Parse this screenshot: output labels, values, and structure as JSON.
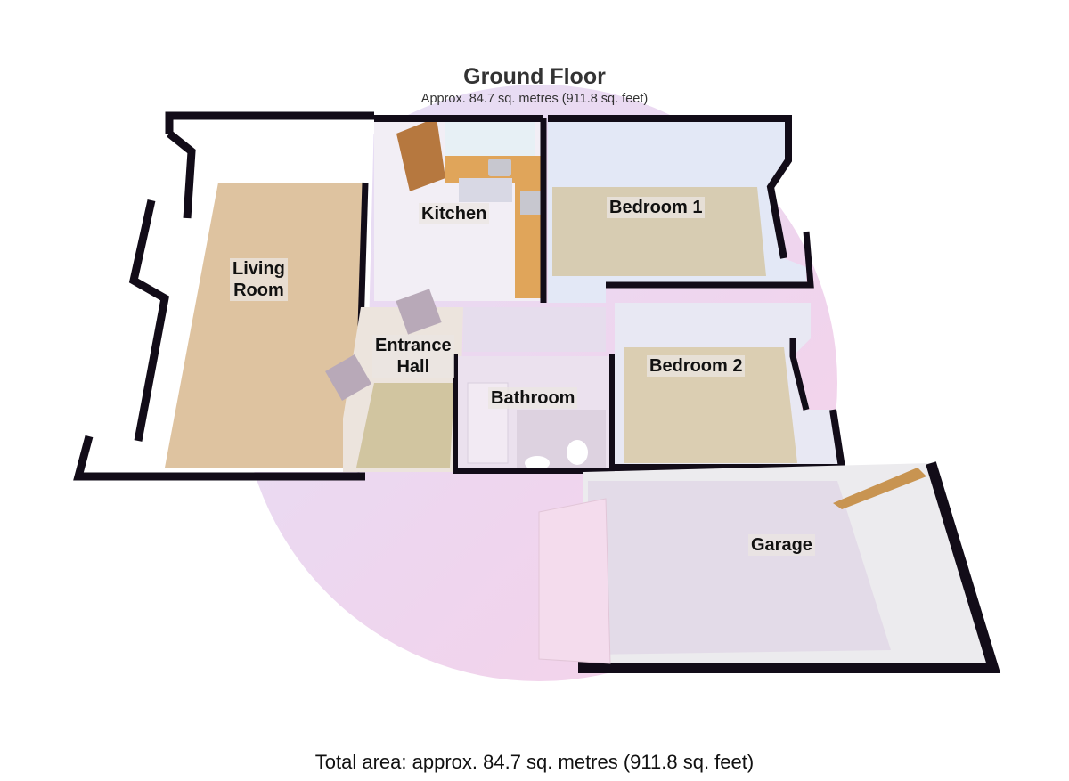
{
  "plan": {
    "title": "Ground Floor",
    "subtitle": "Approx. 84.7 sq. metres (911.8 sq. feet)",
    "total": "Total area: approx. 84.7 sq. metres (911.8 sq. feet)"
  },
  "rooms": {
    "living_room": {
      "line1": "Living",
      "line2": "Room"
    },
    "kitchen": {
      "label": "Kitchen"
    },
    "bedroom1": {
      "label": "Bedroom 1"
    },
    "bedroom2": {
      "label": "Bedroom 2"
    },
    "entrance_hall": {
      "line1": "Entrance",
      "line2": "Hall"
    },
    "bathroom": {
      "label": "Bathroom"
    },
    "garage": {
      "label": "Garage"
    }
  },
  "colors": {
    "wall": "#120c18",
    "carpet": "#d9c79c",
    "watermark_pink": "#f5d0e6",
    "watermark_blue": "#d6def5",
    "worktop": "#e0a55a",
    "garage_floor": "#e8e6ea"
  }
}
